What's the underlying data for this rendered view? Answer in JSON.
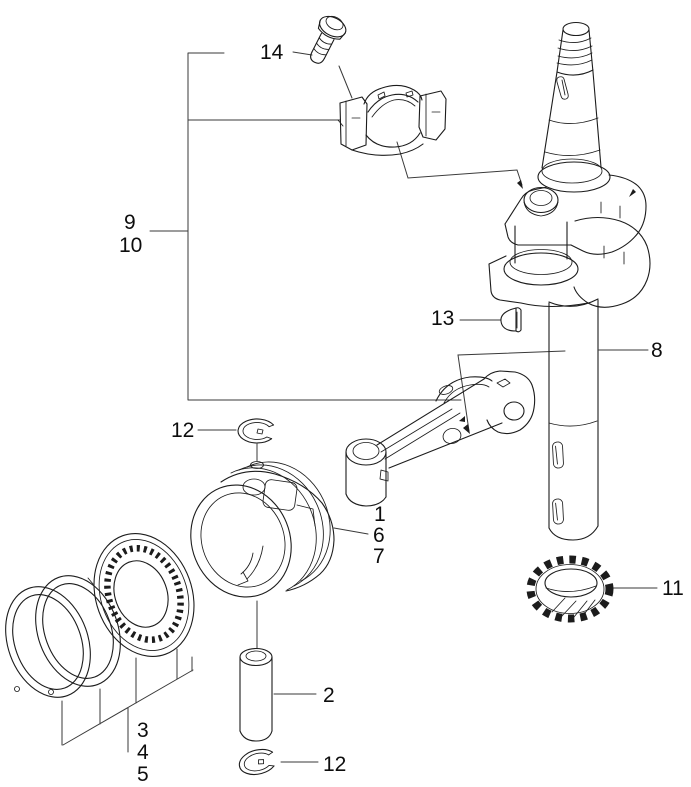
{
  "page": {
    "background": "#ffffff"
  },
  "diagram": {
    "type": "exploded-parts-diagram",
    "line_color": "#1c1c1c",
    "callouts": {
      "bolt": "14",
      "bearing_group_a": "9",
      "bearing_group_b": "10",
      "key": "13",
      "crankshaft": "8",
      "clip_upper": "12",
      "piston_item_1": "1",
      "piston_item_2": "6",
      "piston_item_3": "7",
      "gear": "11",
      "pin": "2",
      "clip_lower": "12",
      "ring_top": "3",
      "ring_second": "4",
      "ring_oil": "5"
    }
  }
}
